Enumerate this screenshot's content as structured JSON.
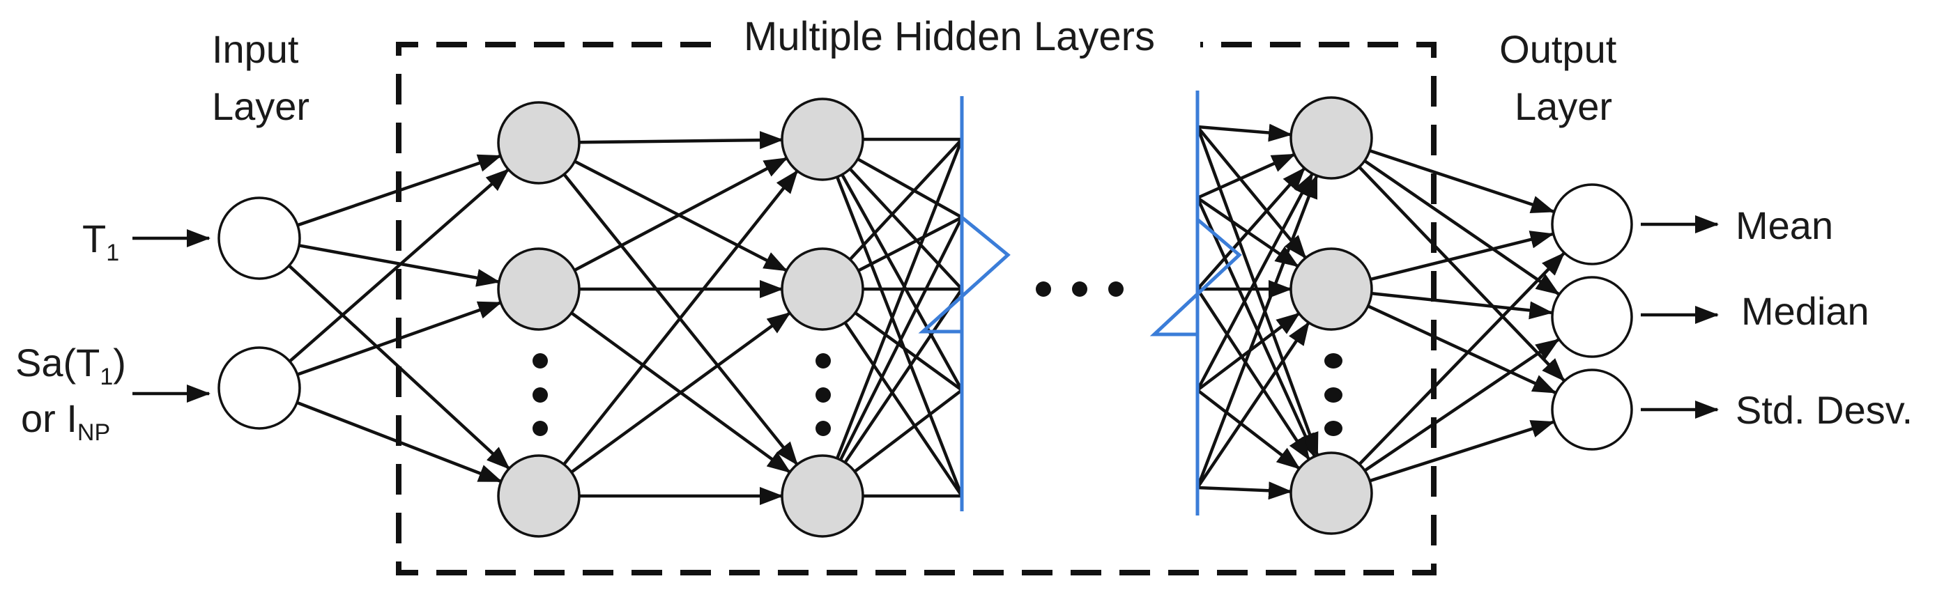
{
  "title": "Multiple Hidden Layers",
  "input_layer": {
    "label_lines": [
      "Input",
      "Layer"
    ],
    "inputs": [
      {
        "text": "T",
        "sub": "1",
        "suffix": ""
      },
      {
        "line1": {
          "text": "Sa(T",
          "sub": "1",
          "suffix": ")"
        },
        "line2": {
          "text": "or I",
          "sub": "NP"
        }
      }
    ]
  },
  "output_layer": {
    "label_lines": [
      "Output",
      "Layer"
    ],
    "outputs": [
      "Mean",
      "Median",
      "Std. Desv."
    ]
  },
  "colors": {
    "node_hidden": "#d9d9d9",
    "node_io": "#ffffff",
    "line": "#111111",
    "break_marker": "#3b7dd8"
  },
  "icons": {
    "ellipsis_horizontal": "horizontal-ellipsis-icon",
    "ellipsis_vertical": "vertical-ellipsis-icon"
  }
}
